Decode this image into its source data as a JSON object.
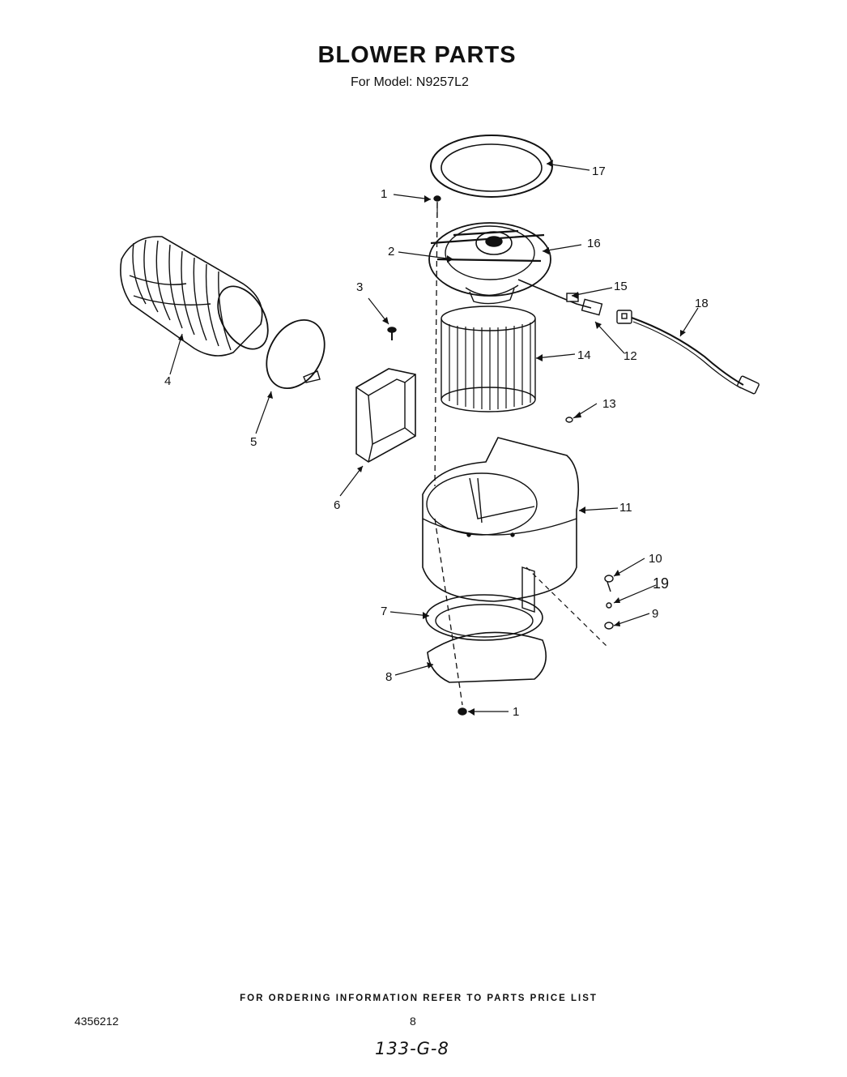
{
  "header": {
    "title": "BLOWER PARTS",
    "subtitle": "For Model: N9257L2"
  },
  "callouts": {
    "c1a": "1",
    "c1b": "1",
    "c2": "2",
    "c3": "3",
    "c4": "4",
    "c5": "5",
    "c6": "6",
    "c7": "7",
    "c8": "8",
    "c9": "9",
    "c10": "10",
    "c11": "11",
    "c12": "12",
    "c13": "13",
    "c14": "14",
    "c15": "15",
    "c16": "16",
    "c17": "17",
    "c18": "18",
    "c19": "19"
  },
  "footer": {
    "note": "FOR ORDERING INFORMATION REFER TO PARTS PRICE LIST",
    "doc_number": "4356212",
    "page_number": "8",
    "handwritten_code": "133-G-8"
  }
}
